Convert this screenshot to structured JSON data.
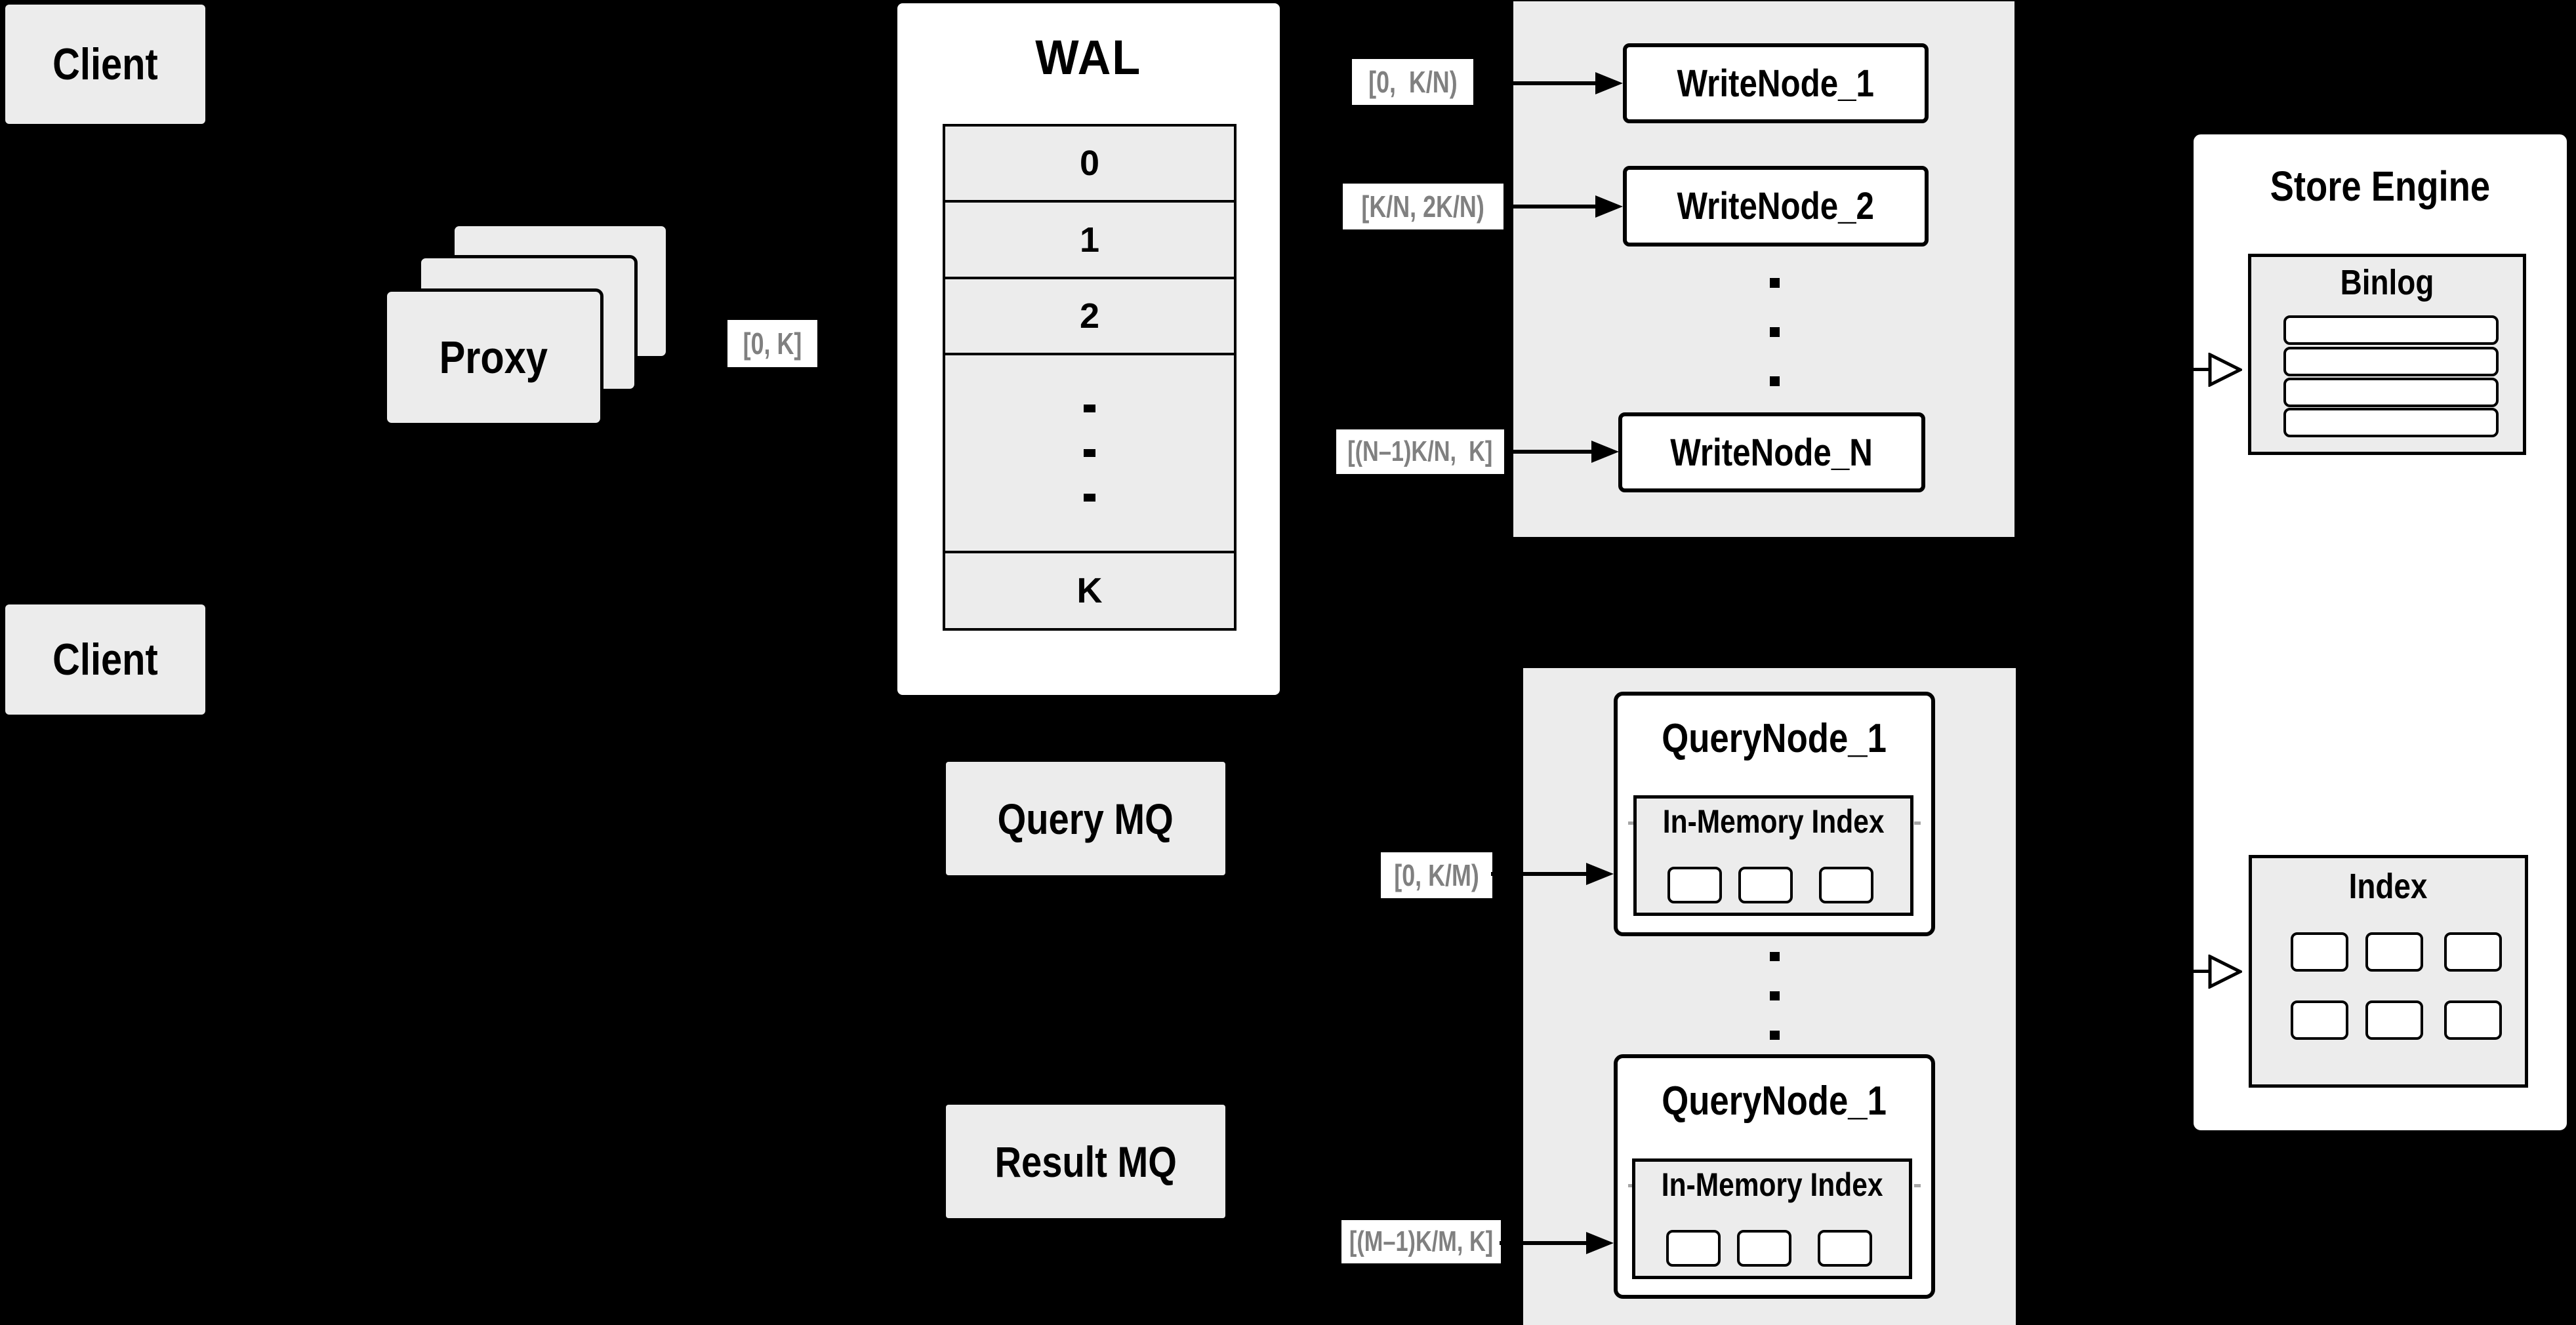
{
  "diagram": {
    "clients": {
      "top": "Client",
      "bottom": "Client"
    },
    "proxy": {
      "label": "Proxy",
      "interval_label": "[0, K]"
    },
    "wal": {
      "title": "WAL",
      "rows": [
        "0",
        "1",
        "2",
        "K"
      ]
    },
    "write_group": {
      "nodes": [
        "WriteNode_1",
        "WriteNode_2",
        "WriteNode_N"
      ],
      "labels": [
        "[0,  K/N)",
        "[K/N, 2K/N)",
        "[(N–1)K/N,  K]"
      ]
    },
    "query_group": {
      "nodes": [
        {
          "title": "QueryNode_1",
          "subtitle": "In-Memory Index"
        },
        {
          "title": "QueryNode_1",
          "subtitle": "In-Memory Index"
        }
      ],
      "labels": [
        "[0, K/M)",
        "[(M–1)K/M, K]"
      ]
    },
    "mq": {
      "query": "Query MQ",
      "result": "Result MQ"
    },
    "store_engine": {
      "title": "Store Engine",
      "binlog": "Binlog",
      "index": "Index"
    },
    "colors": {
      "background": "#000000",
      "panel_gray": "#ececec",
      "node_fill": "#ffffff",
      "border": "#000000",
      "interval_text_gray": "#808080"
    },
    "icons": {
      "solid_arrow": "black-filled-right-triangle",
      "hollow_arrow": "white-outlined-right-triangle",
      "vertical_ellipsis": "three-stacked-dots"
    }
  }
}
